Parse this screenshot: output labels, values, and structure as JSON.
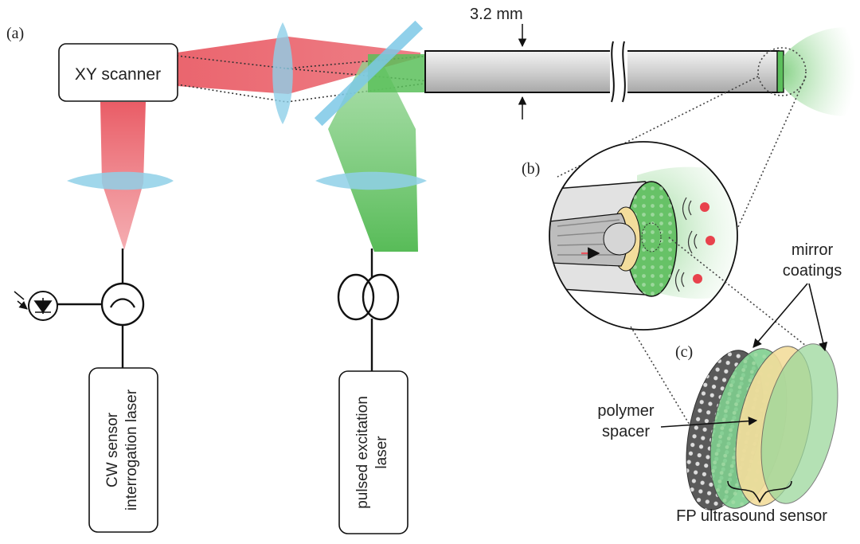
{
  "panel_labels": {
    "a": "(a)",
    "b": "(b)",
    "c": "(c)"
  },
  "labels": {
    "xy_scanner": "XY scanner",
    "fiber_diameter": "3.2 mm",
    "cw_laser_line1": "CW sensor",
    "cw_laser_line2": "interrogation laser",
    "pulsed_laser_line1": "pulsed excitation",
    "pulsed_laser_line2": "laser",
    "mirror_line1": "mirror",
    "mirror_line2": "coatings",
    "polymer_line1": "polymer",
    "polymer_line2": "spacer",
    "fp_sensor": "FP ultrasound sensor"
  },
  "colors": {
    "red_beam": "#e8545e",
    "green_beam": "#5bbf5b",
    "lens": "#8fd0e8",
    "dichroic": "#7cc8e6",
    "fiber": "#d9d9d9",
    "yellow_layer": "#f3dd9c",
    "outline": "#111111"
  }
}
